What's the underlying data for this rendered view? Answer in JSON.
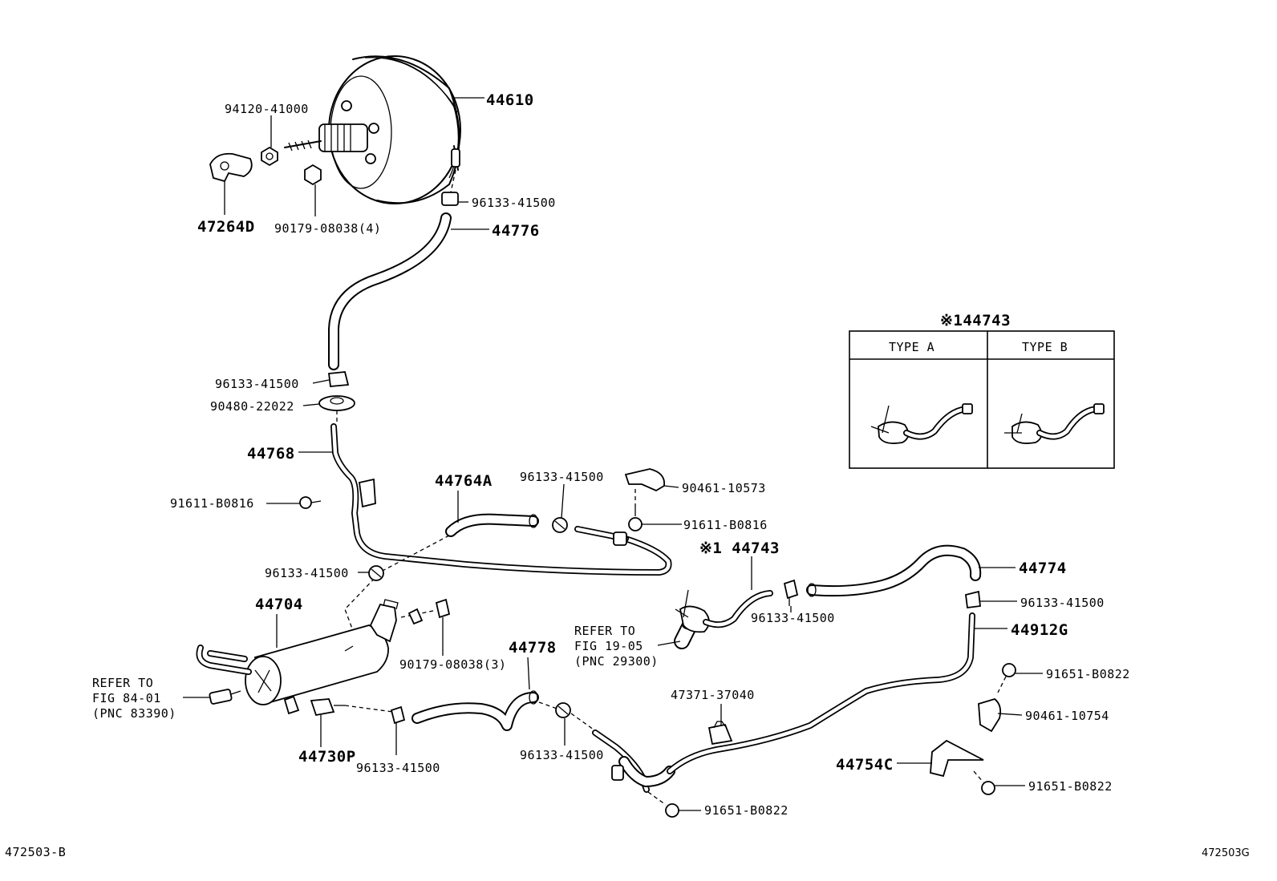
{
  "labels": {
    "p44610": "44610",
    "p94120_41000": "94120-41000",
    "p47264D": "47264D",
    "p90179_08038_4": "90179-08038(4)",
    "p96133_41500_top": "96133-41500",
    "p44776": "44776",
    "p96133_41500_b": "96133-41500",
    "p90480_22022": "90480-22022",
    "p44768": "44768",
    "p91611_B0816_left": "91611-B0816",
    "p44764A": "44764A",
    "p96133_41500_c": "96133-41500",
    "p90461_10573": "90461-10573",
    "p91611_B0816_right": "91611-B0816",
    "p96133_41500_d": "96133-41500",
    "p44704": "44704",
    "p90179_08038_3": "90179-08038(3)",
    "p44778": "44778",
    "p44730P": "44730P",
    "p96133_41500_e": "96133-41500",
    "p96133_41500_f": "96133-41500",
    "p1_44743": "※1 44743",
    "p96133_41500_g": "96133-41500",
    "p44774": "44774",
    "p96133_41500_h": "96133-41500",
    "p44912G": "44912G",
    "p91651_B0822_a": "91651-B0822",
    "p90461_10754": "90461-10754",
    "p44754C": "44754C",
    "p91651_B0822_b": "91651-B0822",
    "p47371_37040": "47371-37040",
    "p91651_B0822_c": "91651-B0822"
  },
  "refs": {
    "fig84": [
      "REFER TO",
      "FIG 84-01",
      "(PNC 83390)"
    ],
    "fig19": [
      "REFER TO",
      "FIG 19-05",
      "(PNC 29300)"
    ]
  },
  "inset": {
    "title": "※144743",
    "type_a": "TYPE A",
    "type_b": "TYPE B"
  },
  "footer": {
    "left_code": "472503-B",
    "right_code": "472503G"
  }
}
